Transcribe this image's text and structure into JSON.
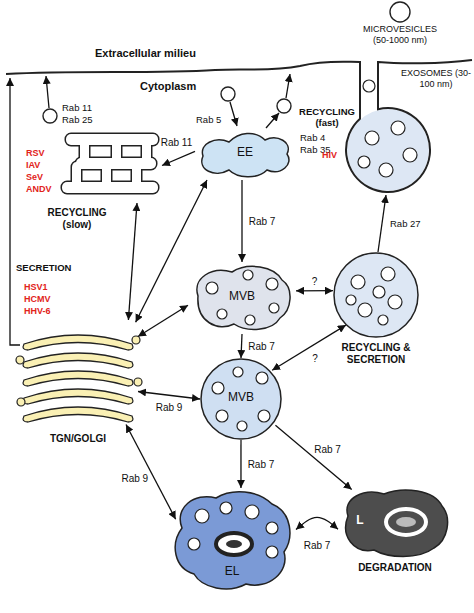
{
  "diagram": {
    "nodes": [
      {
        "text": [
          "RECYCLING (slow)"
        ]
      },
      {
        "text": [
          "EE"
        ]
      },
      {
        "text": [
          "TGN/GOLGI"
        ]
      },
      {
        "text": [
          "MVB"
        ]
      },
      {
        "text": [
          "RECYCLING & SECRETION"
        ]
      },
      {
        "text": [
          "MVB"
        ]
      },
      {
        "text": [
          "EL"
        ]
      },
      {
        "text": [
          "L",
          "DEGRADATION"
        ]
      }
    ],
    "edges": [
      {
        "from": 1,
        "to": 0,
        "arrow": "to",
        "label": "Rab 11"
      },
      {
        "from": 1,
        "to": 3,
        "arrow": "to",
        "label": "Rab 7"
      },
      {
        "from": 3,
        "to": 5,
        "arrow": "to",
        "label": "Rab 7"
      },
      {
        "from": 5,
        "to": 6,
        "arrow": "to",
        "label": "Rab 7"
      },
      {
        "from": 5,
        "to": 7,
        "arrow": "to",
        "label": "Rab 7"
      },
      {
        "from": 6,
        "to": 7,
        "arrow": "both",
        "label": "Rab 7"
      },
      {
        "from": 3,
        "to": 4,
        "arrow": "both",
        "label": "?"
      },
      {
        "from": 5,
        "to": 4,
        "arrow": "both",
        "label": "?"
      },
      {
        "from": 2,
        "to": 5,
        "arrow": "both",
        "label": "Rab 9"
      },
      {
        "from": 2,
        "to": 6,
        "arrow": "both",
        "label": "Rab 9"
      },
      {
        "from": 2,
        "to": 3,
        "arrow": "both"
      },
      {
        "from": 2,
        "to": 1,
        "arrow": "both"
      },
      {
        "from": 2,
        "to": 0,
        "arrow": "both"
      }
    ],
    "labels": [
      "Extracellular milieu",
      "Cytoplasm",
      "MICROVESICLES (50-1000 nm)",
      "EXOSOMES (30-100 nm)",
      "RECYCLING (fast)",
      "Rab 4",
      "Rab 35",
      "Rab 11",
      "Rab 25",
      "RSV",
      "IAV",
      "SeV",
      "ANDV",
      "SECRETION",
      "HSV1",
      "HCMV",
      "HHV-6",
      "HIV",
      "Rab 27",
      "Rab 5"
    ]
  }
}
